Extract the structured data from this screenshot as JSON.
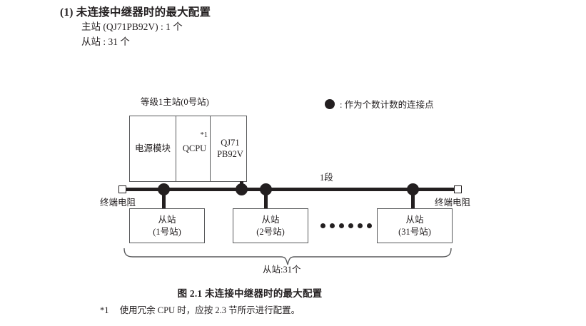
{
  "heading": {
    "number": "(1)",
    "title": "未连接中继器时的最大配置",
    "lines": [
      "主站 (QJ71PB92V) : 1 个",
      "从站 : 31 个"
    ]
  },
  "diagram": {
    "legend": {
      "symbol_name": "filled-circle-icon",
      "text": ": 作为个数计数的连接点"
    },
    "rack": {
      "title": "等级1主站(0号站)",
      "slots": [
        {
          "label": "电源模块",
          "note": ""
        },
        {
          "label": "QCPU",
          "note": "*1"
        },
        {
          "label_line1": "QJ71",
          "label_line2": "PB92V"
        }
      ]
    },
    "bus": {
      "segment_label": "1段",
      "terminator_left": "终端电阻",
      "terminator_right": "终端电阻"
    },
    "slaves": [
      {
        "name": "从站",
        "station": "(1号站)"
      },
      {
        "name": "从站",
        "station": "(2号站)"
      },
      {
        "name": "从站",
        "station": "(31号站)"
      }
    ],
    "ellipsis_count": 6,
    "brace_label": "从站:31个"
  },
  "caption": "图 2.1  未连接中继器时的最大配置",
  "footnote": {
    "mark": "*1",
    "text": "使用冗余 CPU 时，应按 2.3 节所示进行配置。"
  }
}
